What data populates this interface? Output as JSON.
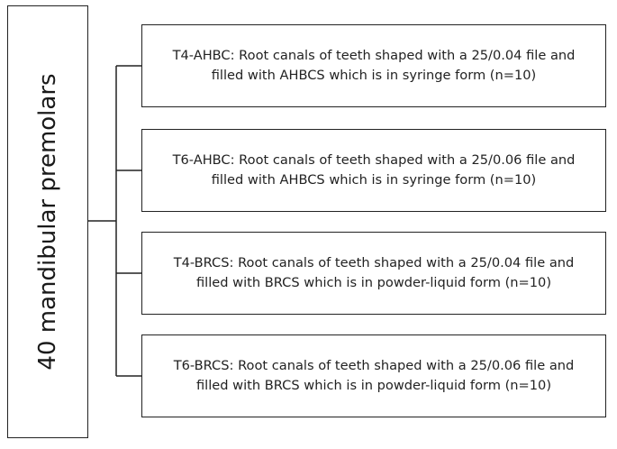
{
  "diagram": {
    "root": {
      "label": "40 mandibular premolars"
    },
    "groups": [
      {
        "line1": "T4-AHBC: Root canals of teeth shaped with a 25/0.04 file and",
        "line2": "filled with AHBCS which is in syringe form (n=10)"
      },
      {
        "line1": "T6-AHBC: Root canals of teeth shaped with a 25/0.06 file and",
        "line2": "filled with AHBCS which is in syringe form (n=10)"
      },
      {
        "line1": "T4-BRCS: Root canals of teeth shaped with a 25/0.04 file and",
        "line2": "filled with BRCS which is in powder-liquid form (n=10)"
      },
      {
        "line1": "T6-BRCS: Root canals of teeth shaped with a 25/0.06 file and",
        "line2": "filled with BRCS which is in powder-liquid form (n=10)"
      }
    ],
    "colors": {
      "stroke": "#222222",
      "text": "#222222",
      "background": "#ffffff"
    }
  }
}
